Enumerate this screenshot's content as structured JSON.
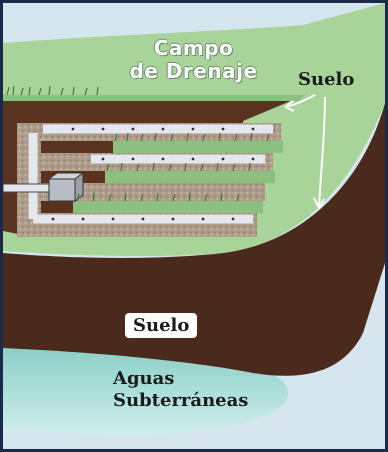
{
  "diagram": {
    "title_line1": "Campo",
    "title_line2": "de Drenaje",
    "soil_label_top": "Suelo",
    "soil_label_box": "Suelo",
    "groundwater_line1": "Aguas",
    "groundwater_line2": "Subterráneas"
  },
  "colors": {
    "background": "#d6e6ee",
    "frame_border": "#1c2a4a",
    "grass": "#a8d49a",
    "soil": "#4a2a1c",
    "trench_gravel": "#b0a090",
    "pipe": "#e4e8ee",
    "groundwater": "#9fd8d0"
  }
}
